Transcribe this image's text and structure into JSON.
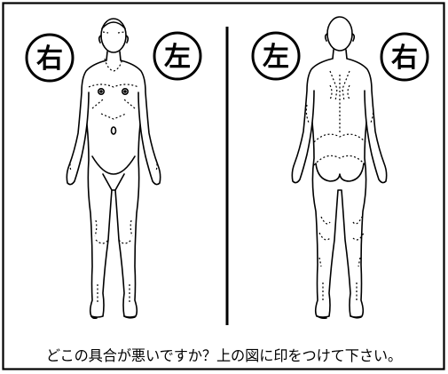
{
  "labels": {
    "front_right_marker": "右",
    "front_left_marker": "左",
    "back_left_marker": "左",
    "back_right_marker": "右"
  },
  "instruction": "どこの具合が悪いですか？上の図に印をつけて下さい。",
  "colors": {
    "ink": "#000000",
    "paper": "#ffffff"
  }
}
